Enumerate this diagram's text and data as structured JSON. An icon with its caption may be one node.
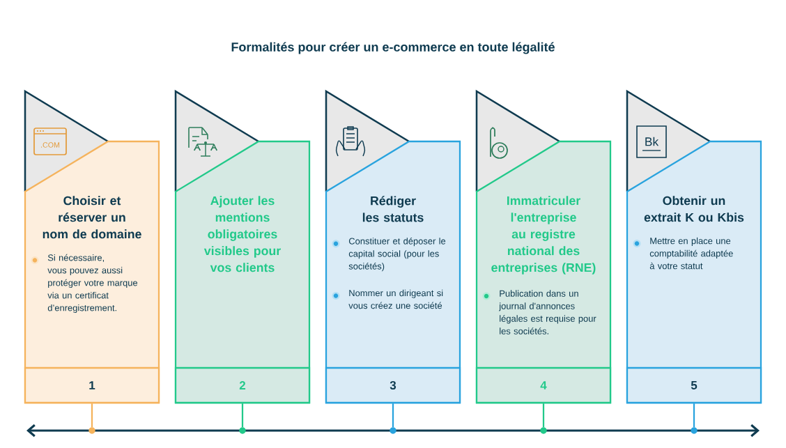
{
  "diagram": {
    "title": "Formalités pour créer un e-commerce en toute légalité",
    "nodes": [
      {
        "text": [
          "Choisir et réserver un nom de domaine",
          "Si nécessaire, vous pouvez aussi protéger votre marque via un certificat d’enregistrement."
        ]
      },
      {
        "text": [
          "Ajouter les mentions obligatoires visibles pour vos clients"
        ]
      },
      {
        "text": [
          "Rédiger les statuts",
          "Constituer et déposer le capital social (pour les sociétés)",
          "Nommer un dirigeant si vous créez une société"
        ]
      },
      {
        "text": [
          "Immatriculer l'entreprise au registre national des entreprises (RNE)",
          "Publication dans un journal d'annonces légales est requise pour les sociétés."
        ]
      },
      {
        "text": [
          "Obtenir un extrait K ou Kbis",
          "Mettre en place une comptabilité adaptée à votre statut"
        ]
      },
      {
        "text": [
          "1"
        ],
        "in": 0
      },
      {
        "text": [
          "2"
        ],
        "in": 1
      },
      {
        "text": [
          "3"
        ],
        "in": 2
      },
      {
        "text": [
          "4"
        ],
        "in": 3
      },
      {
        "text": [
          "5"
        ],
        "in": 4
      },
      {
        "text": [],
        "shape": "circle"
      },
      {
        "text": [],
        "shape": "circle"
      },
      {
        "text": [],
        "shape": "circle"
      },
      {
        "text": [],
        "shape": "circle"
      },
      {
        "text": [],
        "shape": "circle"
      }
    ],
    "edges": [
      {
        "from": 5,
        "to": 10,
        "arrow": "none",
        "color": "#f5b35c"
      },
      {
        "from": 6,
        "to": 11,
        "arrow": "none",
        "color": "#22c98a"
      },
      {
        "from": 7,
        "to": 12,
        "arrow": "none",
        "color": "#29a3de"
      },
      {
        "from": 8,
        "to": 13,
        "arrow": "none",
        "color": "#22c98a"
      },
      {
        "from": 9,
        "to": 14,
        "arrow": "none",
        "color": "#29a3de"
      }
    ],
    "labels": [
      ".COM",
      "Bk"
    ]
  }
}
